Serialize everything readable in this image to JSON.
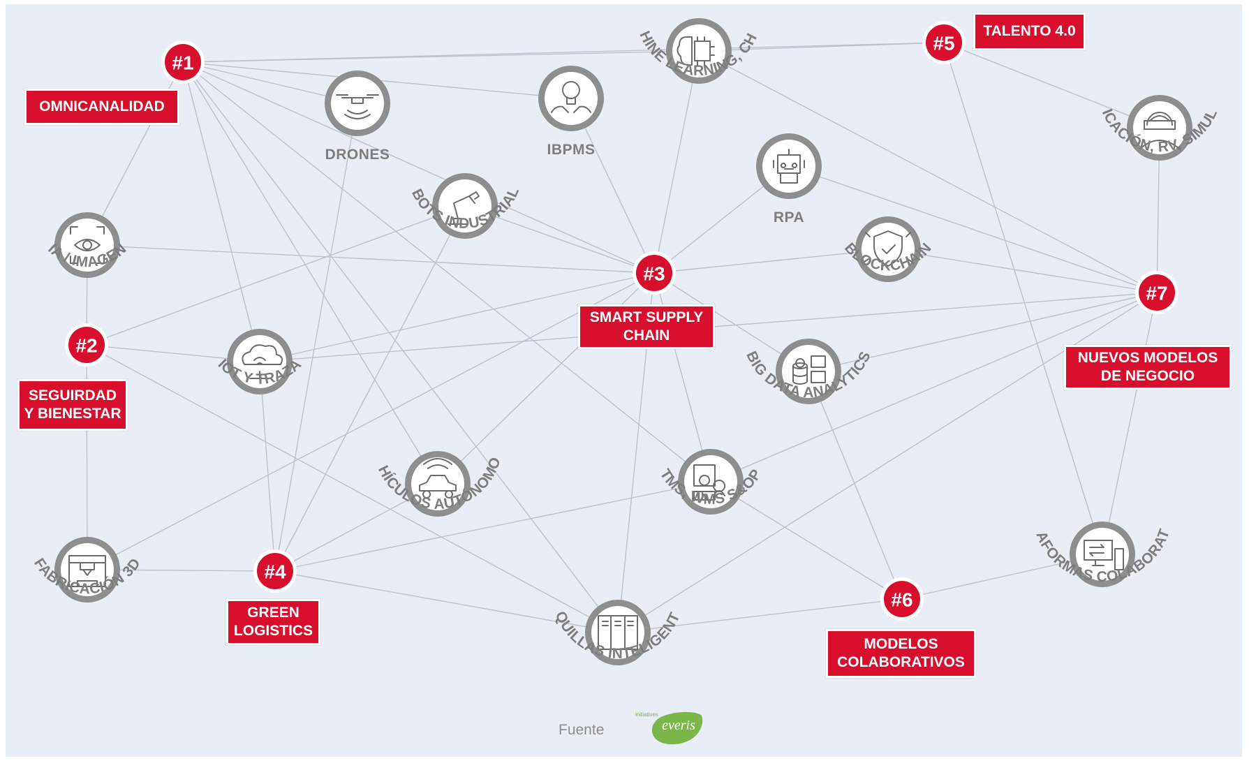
{
  "hubs": [
    {
      "id": "h1",
      "label": "#1",
      "box_lines": [
        "OMNICANALIDAD"
      ]
    },
    {
      "id": "h2",
      "label": "#2",
      "box_lines": [
        "SEGUIRDAD",
        "Y BIENESTAR"
      ]
    },
    {
      "id": "h3",
      "label": "#3",
      "box_lines": [
        "SMART SUPPLY",
        "CHAIN"
      ]
    },
    {
      "id": "h4",
      "label": "#4",
      "box_lines": [
        "GREEN",
        "LOGISTICS"
      ]
    },
    {
      "id": "h5",
      "label": "#5",
      "box_lines": [
        "TALENTO 4.0"
      ]
    },
    {
      "id": "h6",
      "label": "#6",
      "box_lines": [
        "MODELOS",
        "COLABORATIVOS"
      ]
    },
    {
      "id": "h7",
      "label": "#7",
      "box_lines": [
        "NUEVOS MODELOS",
        "DE NEGOCIO"
      ]
    }
  ],
  "nodes": [
    {
      "id": "drones",
      "label": "DRONES",
      "icon": "drone-icon"
    },
    {
      "id": "ibpms",
      "label": "IBPMS",
      "icon": "lightbulb-gear-icon"
    },
    {
      "id": "ia_ml",
      "label": "IA, MACHINE LEARNING, CHATBOTS",
      "icon": "brain-chip-icon"
    },
    {
      "id": "gamif",
      "label": "GAMIFICACIÓN, RV, SIMULACIÓN",
      "icon": "vr-headset-person-icon"
    },
    {
      "id": "ia_imagen",
      "label": "IA / IMAGEN",
      "icon": "eye-scan-icon"
    },
    {
      "id": "robots",
      "label": "ROBOTS INDUSTRIALES",
      "icon": "robot-arm-icon"
    },
    {
      "id": "rpa",
      "label": "RPA",
      "icon": "robot-head-icon"
    },
    {
      "id": "blockchain",
      "label": "BLOCKCHAIN",
      "icon": "shield-check-icon"
    },
    {
      "id": "iot",
      "label": "IOT Y TRAZA",
      "icon": "cloud-network-icon"
    },
    {
      "id": "bigdata",
      "label": "BIG DATA ANALYTICS",
      "icon": "database-dashboard-icon"
    },
    {
      "id": "vehiculos",
      "label": "VEHÍCULOS AUTÓNOMOS",
      "icon": "autonomous-car-icon"
    },
    {
      "id": "tms",
      "label": "TMS, WMS S&OP",
      "icon": "management-system-icon"
    },
    {
      "id": "fab3d",
      "label": "FABRICACIÓN 3D",
      "icon": "3d-printer-icon"
    },
    {
      "id": "taquillas",
      "label": "TAQUILLAS INTELIGENTES",
      "icon": "lockers-icon"
    },
    {
      "id": "plataformas",
      "label": "PLATAFORMAS COLABORATIVAS",
      "icon": "devices-sync-icon"
    }
  ],
  "edges": [
    [
      "h1",
      "h5"
    ],
    [
      "h1",
      "ia_ml"
    ],
    [
      "h1",
      "ibpms"
    ],
    [
      "h1",
      "drones"
    ],
    [
      "h1",
      "h3"
    ],
    [
      "h1",
      "iot"
    ],
    [
      "h1",
      "ia_imagen"
    ],
    [
      "h1",
      "vehiculos"
    ],
    [
      "h1",
      "taquillas"
    ],
    [
      "h1",
      "tms"
    ],
    [
      "drones",
      "h4"
    ],
    [
      "ibpms",
      "h3"
    ],
    [
      "ia_ml",
      "h3"
    ],
    [
      "ia_ml",
      "h5"
    ],
    [
      "ia_ml",
      "h7"
    ],
    [
      "h5",
      "gamif"
    ],
    [
      "h5",
      "plataformas"
    ],
    [
      "gamif",
      "h7"
    ],
    [
      "ia_imagen",
      "h3"
    ],
    [
      "ia_imagen",
      "h2"
    ],
    [
      "robots",
      "h2"
    ],
    [
      "robots",
      "h4"
    ],
    [
      "robots",
      "h3"
    ],
    [
      "rpa",
      "h3"
    ],
    [
      "rpa",
      "h7"
    ],
    [
      "blockchain",
      "h3"
    ],
    [
      "blockchain",
      "h7"
    ],
    [
      "h2",
      "iot"
    ],
    [
      "h2",
      "fab3d"
    ],
    [
      "h2",
      "taquillas"
    ],
    [
      "iot",
      "h3"
    ],
    [
      "iot",
      "h7"
    ],
    [
      "iot",
      "h4"
    ],
    [
      "h3",
      "bigdata"
    ],
    [
      "h3",
      "tms"
    ],
    [
      "h3",
      "taquillas"
    ],
    [
      "h3",
      "vehiculos"
    ],
    [
      "h3",
      "fab3d"
    ],
    [
      "bigdata",
      "h7"
    ],
    [
      "bigdata",
      "h6"
    ],
    [
      "h7",
      "tms"
    ],
    [
      "h7",
      "taquillas"
    ],
    [
      "h7",
      "plataformas"
    ],
    [
      "vehiculos",
      "h4"
    ],
    [
      "tms",
      "h4"
    ],
    [
      "tms",
      "h6"
    ],
    [
      "h4",
      "fab3d"
    ],
    [
      "h4",
      "taquillas"
    ],
    [
      "taquillas",
      "h6"
    ],
    [
      "h6",
      "plataformas"
    ]
  ],
  "footer": {
    "source_label": "Fuente",
    "logo_text": "everis",
    "logo_tagline": "initiatives"
  },
  "colors": {
    "accent": "#d80f2c",
    "node_ring": "#8e8e8e",
    "label": "#7d7d7d",
    "background": "#e9eef6",
    "edge": "#bcc2cc",
    "logo_green": "#7ab648"
  }
}
